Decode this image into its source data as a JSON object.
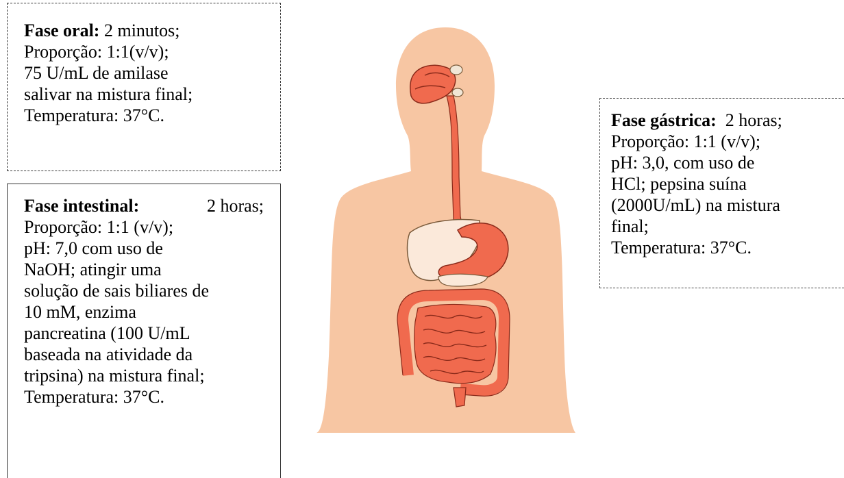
{
  "oral": {
    "title": "Fase oral:",
    "lines": [
      "2 minutos;",
      "Proporção: 1:1(v/v);",
      "75 U/mL de amilase",
      "salivar na mistura final;",
      "Temperatura: 37°C."
    ]
  },
  "intestinal": {
    "title": "Fase intestinal:",
    "title_suffix": "2 horas;",
    "lines": [
      "Proporção: 1:1 (v/v);",
      "pH: 7,0 com uso de",
      "NaOH; atingir uma",
      "solução de sais biliares de",
      "10 mM, enzima",
      "pancreatina (100 U/mL",
      "baseada na atividade da",
      "tripsina) na mistura final;",
      "Temperatura: 37°C."
    ]
  },
  "gastric": {
    "title": "Fase gástrica:",
    "title_suffix": "2 horas;",
    "lines": [
      "Proporção: 1:1 (v/v);",
      "pH: 3,0, com uso de",
      "HCl; pepsina suína",
      "(2000U/mL) na mistura",
      "final;",
      "Temperatura: 37°C."
    ]
  },
  "colors": {
    "skin": "#F7C6A3",
    "organ": "#F06A4E",
    "organ_outline": "#8a2a1a",
    "border": "#333333"
  }
}
